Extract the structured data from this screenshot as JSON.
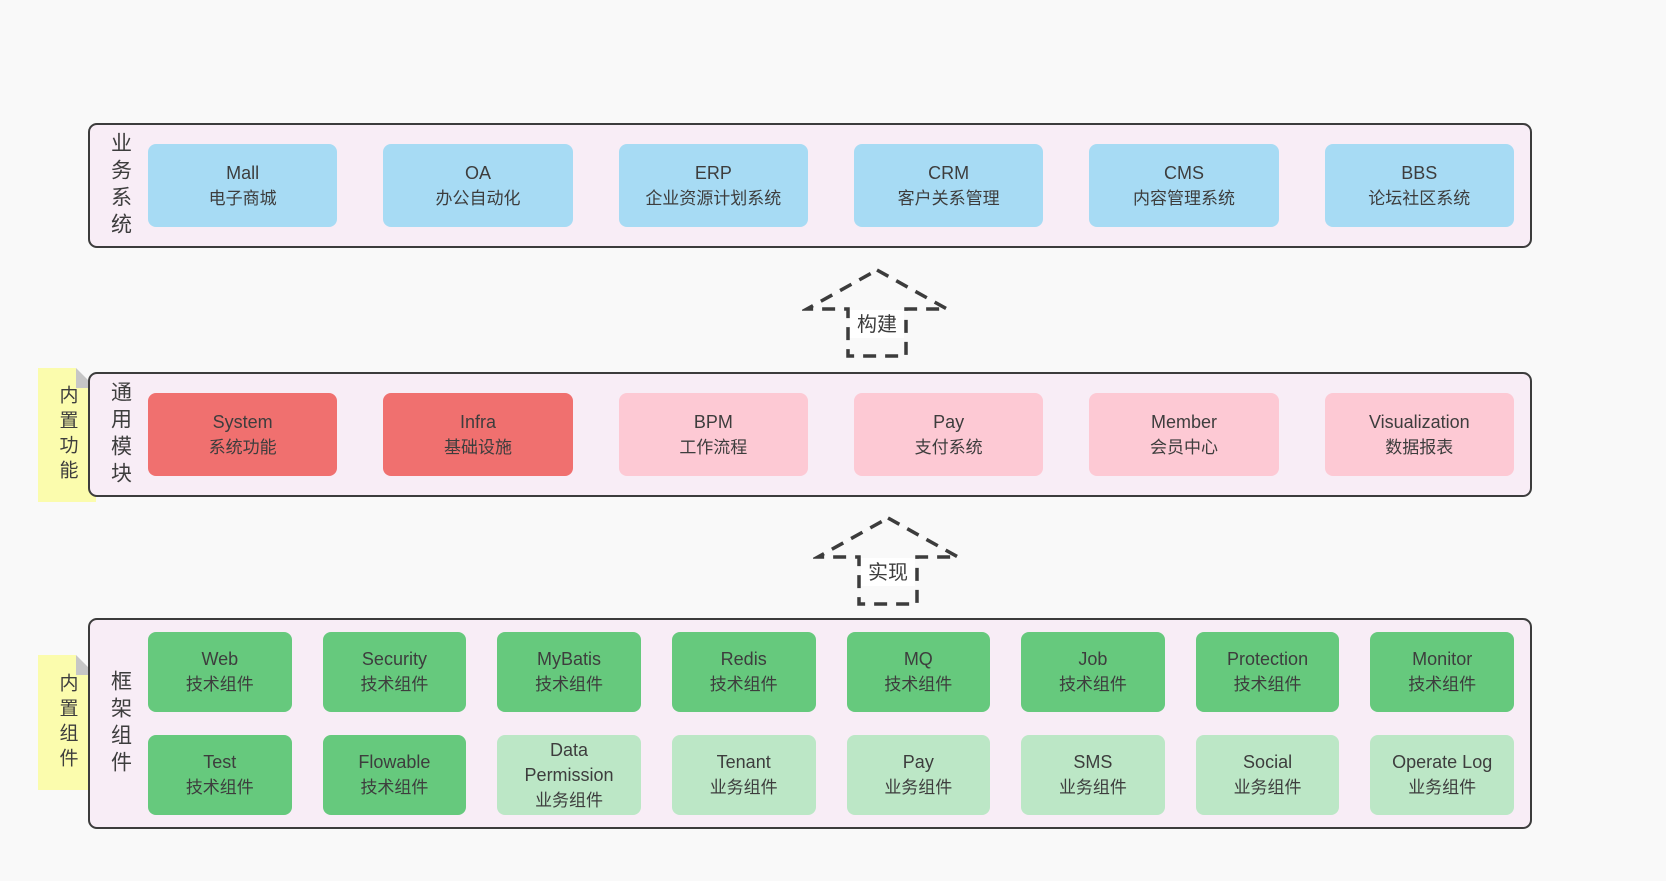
{
  "palette": {
    "page_bg": "#f9f9f9",
    "band_bg": "#f8edf6",
    "band_border": "#3c3c3c",
    "blue_box": "#a7dbf4",
    "red_box": "#f0706f",
    "pink_box": "#fdc9d4",
    "green_box": "#66c97d",
    "light_green_box": "#bce7c6",
    "sticky_note": "#fbfcad",
    "note_fold": "#c6c6c6",
    "text": "#3d3d3d"
  },
  "arrows": [
    {
      "label": "构建"
    },
    {
      "label": "实现"
    }
  ],
  "bands": [
    {
      "label": "业务系统",
      "boxes": [
        {
          "title": "Mall",
          "subtitle": "电子商城"
        },
        {
          "title": "OA",
          "subtitle": "办公自动化"
        },
        {
          "title": "ERP",
          "subtitle": "企业资源计划系统"
        },
        {
          "title": "CRM",
          "subtitle": "客户关系管理"
        },
        {
          "title": "CMS",
          "subtitle": "内容管理系统"
        },
        {
          "title": "BBS",
          "subtitle": "论坛社区系统"
        }
      ]
    },
    {
      "label": "通用模块",
      "note": "内置功能",
      "boxes": [
        {
          "title": "System",
          "subtitle": "系统功能"
        },
        {
          "title": "Infra",
          "subtitle": "基础设施"
        },
        {
          "title": "BPM",
          "subtitle": "工作流程"
        },
        {
          "title": "Pay",
          "subtitle": "支付系统"
        },
        {
          "title": "Member",
          "subtitle": "会员中心"
        },
        {
          "title": "Visualization",
          "subtitle": "数据报表"
        }
      ]
    },
    {
      "label": "框架组件",
      "note": "内置组件",
      "rows": [
        [
          {
            "title": "Web",
            "subtitle": "技术组件"
          },
          {
            "title": "Security",
            "subtitle": "技术组件"
          },
          {
            "title": "MyBatis",
            "subtitle": "技术组件"
          },
          {
            "title": "Redis",
            "subtitle": "技术组件"
          },
          {
            "title": "MQ",
            "subtitle": "技术组件"
          },
          {
            "title": "Job",
            "subtitle": "技术组件"
          },
          {
            "title": "Protection",
            "subtitle": "技术组件"
          },
          {
            "title": "Monitor",
            "subtitle": "技术组件"
          }
        ],
        [
          {
            "title": "Test",
            "subtitle": "技术组件"
          },
          {
            "title": "Flowable",
            "subtitle": "技术组件"
          },
          {
            "title": "Data Permission",
            "subtitle": "业务组件"
          },
          {
            "title": "Tenant",
            "subtitle": "业务组件"
          },
          {
            "title": "Pay",
            "subtitle": "业务组件"
          },
          {
            "title": "SMS",
            "subtitle": "业务组件"
          },
          {
            "title": "Social",
            "subtitle": "业务组件"
          },
          {
            "title": "Operate Log",
            "subtitle": "业务组件"
          }
        ]
      ]
    }
  ]
}
